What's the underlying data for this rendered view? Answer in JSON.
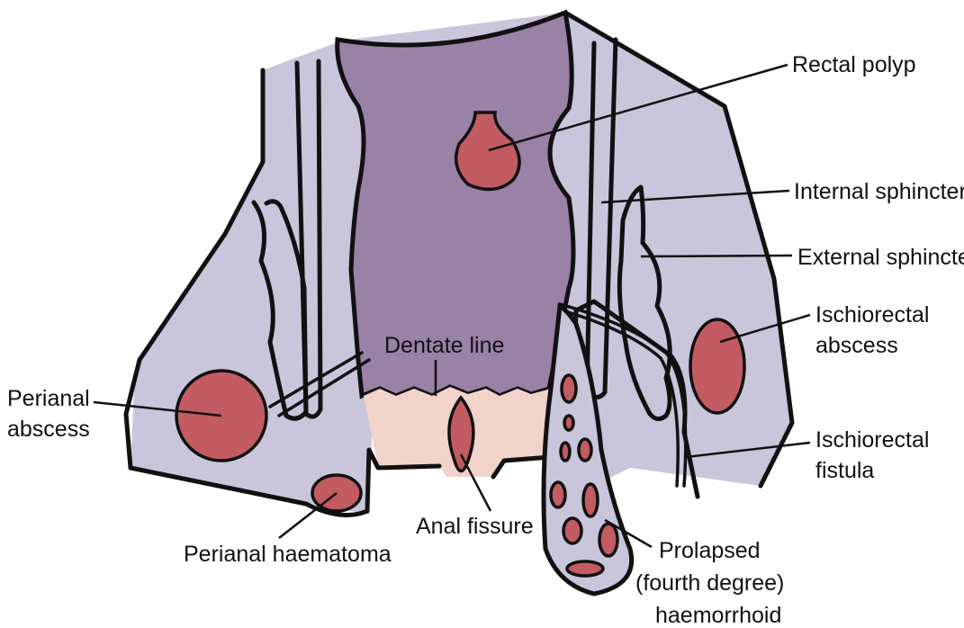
{
  "colors": {
    "tissue": "#c9c6dc",
    "lumen": "#9a81a6",
    "anal_canal": "#f1d3c9",
    "lesion": "#c25b62",
    "outline": "#111111"
  },
  "labels": {
    "rectal_polyp": "Rectal polyp",
    "internal_sphincter": "Internal sphincter",
    "external_sphincter": "External sphincter",
    "ischiorectal_abscess_1": "Ischiorectal",
    "ischiorectal_abscess_2": "abscess",
    "ischiorectal_fistula_1": "Ischiorectal",
    "ischiorectal_fistula_2": "fistula",
    "perianal_abscess_1": "Perianal",
    "perianal_abscess_2": "abscess",
    "dentate_line": "Dentate line",
    "anal_fissure": "Anal fissure",
    "perianal_haematoma": "Perianal haematoma",
    "prolapsed_1": "Prolapsed",
    "prolapsed_2": "(fourth degree)",
    "prolapsed_3": "haemorrhoid"
  }
}
